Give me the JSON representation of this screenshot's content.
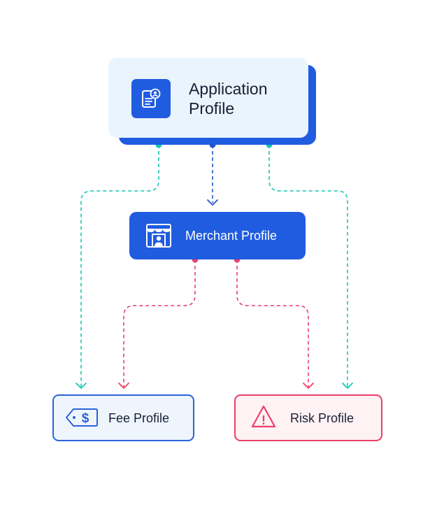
{
  "nodes": {
    "application": {
      "title_line1": "Application",
      "title_line2": "Profile"
    },
    "merchant": {
      "label": "Merchant Profile"
    },
    "fee": {
      "label": "Fee Profile",
      "icon_glyph": "$"
    },
    "risk": {
      "label": "Risk Profile",
      "icon_glyph": "!"
    }
  },
  "colors": {
    "primary_blue": "#1f5ce0",
    "teal_connector": "#14c7b4",
    "blue_connector": "#2156c9",
    "red_connector": "#ea3f68",
    "app_card_bg": "#eaf4fc",
    "fee_card_bg": "#eef5fc",
    "risk_card_bg": "#fff2f5",
    "text_dark": "#1a1f36"
  },
  "icons": {
    "application": "document-user-icon",
    "merchant": "storefront-icon",
    "fee": "price-tag-icon",
    "risk": "warning-triangle-icon"
  }
}
